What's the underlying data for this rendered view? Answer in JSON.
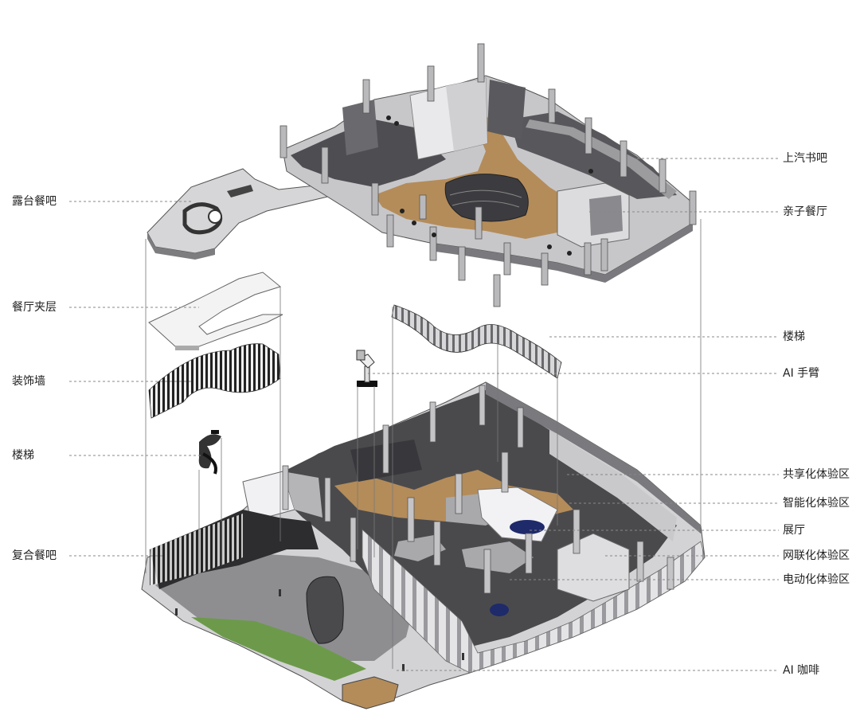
{
  "diagram": {
    "labels_left": {
      "terrace_dining_bar": "露台餐吧",
      "restaurant_mezzanine": "餐厅夹层",
      "decorative_wall": "装饰墙",
      "staircase": "楼梯",
      "compound_dining_bar": "复合餐吧"
    },
    "labels_right": {
      "saic_book_bar": "上汽书吧",
      "family_restaurant": "亲子餐厅",
      "staircase": "楼梯",
      "ai_robot_arm": "AI 手臂",
      "shared_experience_zone": "共享化体验区",
      "smart_experience_zone": "智能化体验区",
      "showroom": "展厅",
      "connected_experience_zone": "网联化体验区",
      "electric_experience_zone": "电动化体验区",
      "ai_coffee": "AI 咖啡"
    },
    "colors": {
      "dark_floor": "#4a4a4d",
      "mid_gray": "#8c8c90",
      "light_gray": "#c9c9cc",
      "wood": "#b48c5a",
      "green_strip": "#6c9a4a",
      "white_slab": "#f2f2f2",
      "leader": "#888888"
    }
  }
}
